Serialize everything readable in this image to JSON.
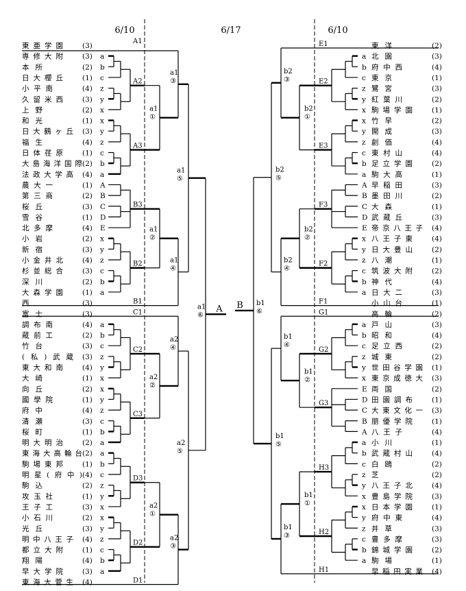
{
  "dates": {
    "left": "6/10",
    "center": "6/17",
    "right": "6/10"
  },
  "left_blocks": [
    {
      "label": "A",
      "teams": [
        {
          "name": "東亜学園",
          "n": "(3)",
          "c": ""
        },
        {
          "name": "専修大附",
          "n": "(3)",
          "c": "a"
        },
        {
          "name": "本所",
          "n": "(2)",
          "c": "b"
        },
        {
          "name": "日大櫻丘",
          "n": "(1)",
          "c": "c"
        },
        {
          "name": "小平南",
          "n": "(4)",
          "c": "z"
        },
        {
          "name": "久留米西",
          "n": "(3)",
          "c": "y"
        },
        {
          "name": "上野",
          "n": "(2)",
          "c": "x"
        },
        {
          "name": "和光",
          "n": "(1)",
          "c": "x"
        },
        {
          "name": "日大鶴ヶ丘",
          "n": "(3)",
          "c": "y"
        },
        {
          "name": "福生",
          "n": "(4)",
          "c": "z"
        },
        {
          "name": "日体荏原",
          "n": "(1)",
          "c": "c"
        },
        {
          "name": "大島海洋国際",
          "n": "(2)",
          "c": "b"
        },
        {
          "name": "法政大学高",
          "n": "(4)",
          "c": "a"
        }
      ]
    },
    {
      "label": "B",
      "teams": [
        {
          "name": "農大一",
          "n": "(1)",
          "c": "A"
        },
        {
          "name": "第三商",
          "n": "(2)",
          "c": "B"
        },
        {
          "name": "桜丘",
          "n": "(3)",
          "c": "C"
        },
        {
          "name": "雪谷",
          "n": "(1)",
          "c": "D"
        },
        {
          "name": "北多摩",
          "n": "(4)",
          "c": "E"
        },
        {
          "name": "小岩",
          "n": "(2)",
          "c": "x"
        },
        {
          "name": "新宿",
          "n": "(3)",
          "c": "y"
        },
        {
          "name": "小金井北",
          "n": "(4)",
          "c": "z"
        },
        {
          "name": "杉並総合",
          "n": "(3)",
          "c": "c"
        },
        {
          "name": "深川",
          "n": "(2)",
          "c": "b"
        },
        {
          "name": "大森学園",
          "n": "(1)",
          "c": "a"
        },
        {
          "name": "西",
          "n": "(3)",
          "c": ""
        }
      ]
    },
    {
      "label": "C",
      "teams": [
        {
          "name": "富士",
          "n": "(3)",
          "c": ""
        },
        {
          "name": "調布南",
          "n": "(4)",
          "c": "a"
        },
        {
          "name": "蔵前工",
          "n": "(2)",
          "c": "b"
        },
        {
          "name": "竹台",
          "n": "(3)",
          "c": "c"
        },
        {
          "name": "(私)武蔵",
          "n": "(3)",
          "c": "z"
        },
        {
          "name": "東大和南",
          "n": "(4)",
          "c": "y"
        },
        {
          "name": "大崎",
          "n": "(1)",
          "c": "x"
        },
        {
          "name": "向丘",
          "n": "(2)",
          "c": "x"
        },
        {
          "name": "國學院",
          "n": "(1)",
          "c": "y"
        },
        {
          "name": "府中",
          "n": "(4)",
          "c": "z"
        },
        {
          "name": "清瀬",
          "n": "(3)",
          "c": "c"
        },
        {
          "name": "桜町",
          "n": "(1)",
          "c": "b"
        },
        {
          "name": "明大明治",
          "n": "(2)",
          "c": "a"
        }
      ]
    },
    {
      "label": "D",
      "teams": [
        {
          "name": "東海大高輪台",
          "n": "(2)",
          "c": "a"
        },
        {
          "name": "駒場東邦",
          "n": "(1)",
          "c": "b"
        },
        {
          "name": "明星(府中)",
          "n": "(4)",
          "c": "c"
        },
        {
          "name": "駒込",
          "n": "(2)",
          "c": "z"
        },
        {
          "name": "攻玉社",
          "n": "(1)",
          "c": "y"
        },
        {
          "name": "王子工",
          "n": "(3)",
          "c": "x"
        },
        {
          "name": "小石川",
          "n": "(2)",
          "c": "x"
        },
        {
          "name": "光丘",
          "n": "(3)",
          "c": "y"
        },
        {
          "name": "明中八王子",
          "n": "(4)",
          "c": "z"
        },
        {
          "name": "都立大附",
          "n": "(1)",
          "c": "c"
        },
        {
          "name": "翔陽",
          "n": "(4)",
          "c": "b"
        },
        {
          "name": "早大学院",
          "n": "(3)",
          "c": "a"
        },
        {
          "name": "東海大菅生",
          "n": "(4)",
          "c": ""
        }
      ]
    }
  ],
  "right_blocks": [
    {
      "label": "E",
      "teams": [
        {
          "name": "東洋",
          "n": "(2)",
          "c": ""
        },
        {
          "name": "北園",
          "n": "(3)",
          "c": "a"
        },
        {
          "name": "府中西",
          "n": "(4)",
          "c": "b"
        },
        {
          "name": "東京",
          "n": "(1)",
          "c": "c"
        },
        {
          "name": "鷺宮",
          "n": "(3)",
          "c": "z"
        },
        {
          "name": "紅葉川",
          "n": "(2)",
          "c": "y"
        },
        {
          "name": "駒場学園",
          "n": "(1)",
          "c": "x"
        },
        {
          "name": "竹早",
          "n": "(2)",
          "c": "x"
        },
        {
          "name": "開成",
          "n": "(3)",
          "c": "y"
        },
        {
          "name": "創価",
          "n": "(4)",
          "c": "z"
        },
        {
          "name": "東村山",
          "n": "(4)",
          "c": "c"
        },
        {
          "name": "足立学園",
          "n": "(2)",
          "c": "b"
        },
        {
          "name": "駒大高",
          "n": "(1)",
          "c": "a"
        }
      ]
    },
    {
      "label": "F",
      "teams": [
        {
          "name": "早稲田",
          "n": "(3)",
          "c": "A"
        },
        {
          "name": "墨田川",
          "n": "(2)",
          "c": "B"
        },
        {
          "name": "大森",
          "n": "(1)",
          "c": "C"
        },
        {
          "name": "武蔵丘",
          "n": "(3)",
          "c": "D"
        },
        {
          "name": "帝京八王子",
          "n": "(4)",
          "c": "E"
        },
        {
          "name": "八王子東",
          "n": "(4)",
          "c": "x"
        },
        {
          "name": "日大豊山",
          "n": "(2)",
          "c": "y"
        },
        {
          "name": "八潮",
          "n": "(1)",
          "c": "z"
        },
        {
          "name": "筑波大附",
          "n": "(2)",
          "c": "c"
        },
        {
          "name": "神代",
          "n": "(4)",
          "c": "b"
        },
        {
          "name": "日大二",
          "n": "(3)",
          "c": "a"
        },
        {
          "name": "小山台",
          "n": "(1)",
          "c": ""
        }
      ]
    },
    {
      "label": "G",
      "teams": [
        {
          "name": "高輪",
          "n": "(2)",
          "c": ""
        },
        {
          "name": "戸山",
          "n": "(3)",
          "c": "a"
        },
        {
          "name": "昭和",
          "n": "(4)",
          "c": "b"
        },
        {
          "name": "足立西",
          "n": "(2)",
          "c": "c"
        },
        {
          "name": "城東",
          "n": "(2)",
          "c": "z"
        },
        {
          "name": "世田谷学園",
          "n": "(1)",
          "c": "y"
        },
        {
          "name": "東京成徳大",
          "n": "(3)",
          "c": "x"
        },
        {
          "name": "両国",
          "n": "(2)",
          "c": "E"
        },
        {
          "name": "田園調布",
          "n": "(1)",
          "c": "D"
        },
        {
          "name": "大東文化一",
          "n": "(3)",
          "c": "C"
        },
        {
          "name": "朋優学院",
          "n": "(1)",
          "c": "B"
        },
        {
          "name": "八王子",
          "n": "(4)",
          "c": "A"
        }
      ]
    },
    {
      "label": "H",
      "teams": [
        {
          "name": "小川",
          "n": "(1)",
          "c": "a"
        },
        {
          "name": "武蔵村山",
          "n": "(4)",
          "c": "b"
        },
        {
          "name": "白鴎",
          "n": "(2)",
          "c": "c"
        },
        {
          "name": "芝",
          "n": "(2)",
          "c": "z"
        },
        {
          "name": "八王子北",
          "n": "(4)",
          "c": "y"
        },
        {
          "name": "豊島学院",
          "n": "(3)",
          "c": "x"
        },
        {
          "name": "日本学園",
          "n": "(1)",
          "c": "x"
        },
        {
          "name": "府中東",
          "n": "(4)",
          "c": "y"
        },
        {
          "name": "井草",
          "n": "(3)",
          "c": "z"
        },
        {
          "name": "豊多摩",
          "n": "(3)",
          "c": "c"
        },
        {
          "name": "錦城学園",
          "n": "(2)",
          "c": "b"
        },
        {
          "name": "駒場",
          "n": "(1)",
          "c": "a"
        },
        {
          "name": "早稲田実業",
          "n": "(4)",
          "c": ""
        }
      ]
    }
  ],
  "seeds_left": [
    "A1",
    "A2",
    "A3",
    "B3",
    "B2",
    "B1",
    "C1",
    "C2",
    "C3",
    "D3",
    "D2",
    "D1"
  ],
  "seeds_right": [
    "E1",
    "E2",
    "E3",
    "F3",
    "F2",
    "F1",
    "G1",
    "G2",
    "G3",
    "H3",
    "H2",
    "H1"
  ],
  "rounds_left": [
    {
      "code": "a1",
      "num": "③"
    },
    {
      "code": "a1",
      "num": "①"
    },
    {
      "code": "a1",
      "num": "②"
    },
    {
      "code": "a1",
      "num": "④"
    },
    {
      "code": "a1",
      "num": "⑤"
    },
    {
      "code": "a2",
      "num": "④"
    },
    {
      "code": "a2",
      "num": "②"
    },
    {
      "code": "a2",
      "num": "①"
    },
    {
      "code": "a2",
      "num": "③"
    },
    {
      "code": "a2",
      "num": "⑤"
    },
    {
      "code": "a1",
      "num": "⑥"
    }
  ],
  "rounds_right": [
    {
      "code": "b2",
      "num": "③"
    },
    {
      "code": "b2",
      "num": "①"
    },
    {
      "code": "b2",
      "num": "②"
    },
    {
      "code": "b2",
      "num": "④"
    },
    {
      "code": "b2",
      "num": "⑤"
    },
    {
      "code": "b1",
      "num": "④"
    },
    {
      "code": "b1",
      "num": "②"
    },
    {
      "code": "b1",
      "num": "①"
    },
    {
      "code": "b1",
      "num": "③"
    },
    {
      "code": "b1",
      "num": "⑤"
    },
    {
      "code": "b1",
      "num": "⑥"
    }
  ],
  "final": {
    "left": "A",
    "right": "B"
  }
}
